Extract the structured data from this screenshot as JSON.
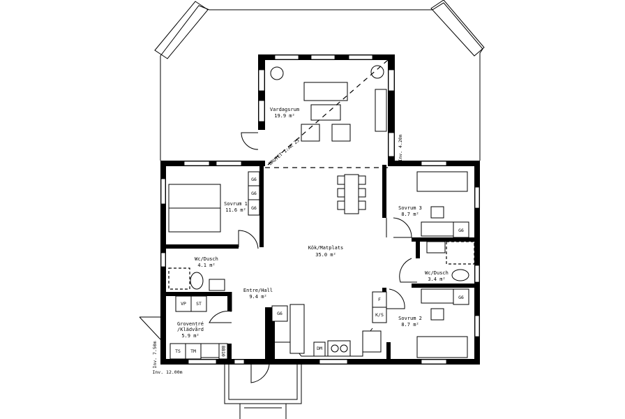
{
  "rooms": [
    {
      "name": "Vardagsrum",
      "area": "19.9 m²"
    },
    {
      "name": "Sovrum 1",
      "area": "11.6 m²"
    },
    {
      "name": "Kök/Matplats",
      "area": "35.0 m²"
    },
    {
      "name": "Wc/Dusch",
      "area": "4.1 m²"
    },
    {
      "name": "Entre/Hall",
      "area": "9.4 m²"
    },
    {
      "name": "Groventré",
      "name2": "/Klädvård",
      "area": "5.9 m²"
    },
    {
      "name": "Sovrum 3",
      "area": "8.7 m²"
    },
    {
      "name": "Wc/Dusch",
      "area": "3.4 m²"
    },
    {
      "name": "Sovrum 2",
      "area": "8.7 m²"
    }
  ],
  "fixtures": {
    "g6": "G6",
    "vp": "VP",
    "st": "ST",
    "ts": "TS",
    "tm": "TM",
    "bbo": "BB10",
    "dm": "DM",
    "f": "F",
    "ks": "K/S"
  },
  "annotations": {
    "beam": "BRUTET 1:AK 25°",
    "height_right": "Inv. 4.20m",
    "height_left": "Inv. 7.50m",
    "width_bottom": "Inv. 12.00m"
  }
}
